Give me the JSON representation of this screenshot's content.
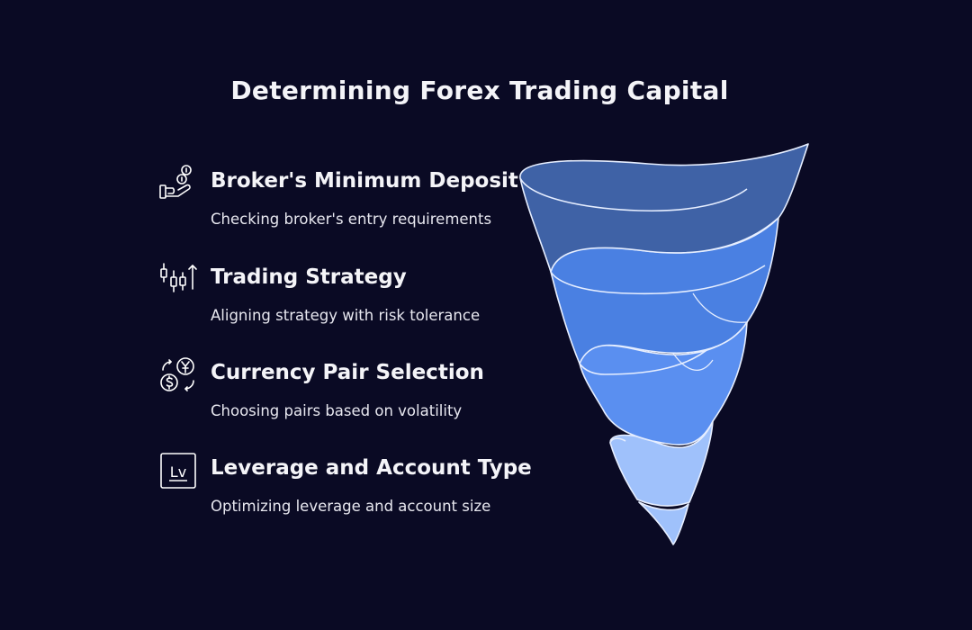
{
  "title": "Determining Forex Trading Capital",
  "items": [
    {
      "heading": "Broker's Minimum Deposit",
      "description": "Checking broker's entry requirements",
      "icon": "hand-coins-icon"
    },
    {
      "heading": "Trading Strategy",
      "description": "Aligning strategy with risk tolerance",
      "icon": "candlestick-chart-icon"
    },
    {
      "heading": "Currency Pair Selection",
      "description": "Choosing pairs based on volatility",
      "icon": "currency-exchange-icon"
    },
    {
      "heading": "Leverage and Account Type",
      "description": "Optimizing leverage and account size",
      "icon": "leverage-icon",
      "icon_text": "Lv"
    }
  ],
  "colors": {
    "background": "#0a0a24",
    "text": "#f4f4f8",
    "funnel_band_1": "#3f62a6",
    "funnel_band_2": "#4a80e2",
    "funnel_band_3": "#5a8ff0",
    "funnel_band_4": "#9fc1fb",
    "funnel_outline": "#e6eeff"
  }
}
